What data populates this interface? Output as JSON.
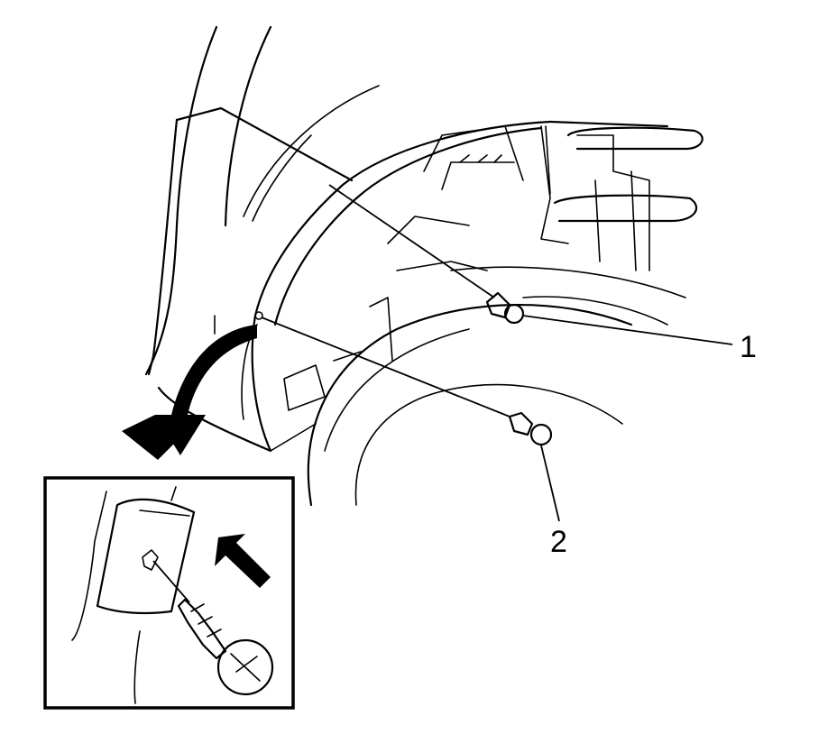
{
  "callouts": [
    {
      "id": "1",
      "label": "1"
    },
    {
      "id": "2",
      "label": "2"
    }
  ],
  "colors": {
    "ink": "#000000",
    "paper": "#ffffff"
  },
  "icons": [
    "push-pin-retainer-icon",
    "clip-retainer-icon",
    "curved-arrow-icon",
    "install-direction-arrow-icon"
  ]
}
